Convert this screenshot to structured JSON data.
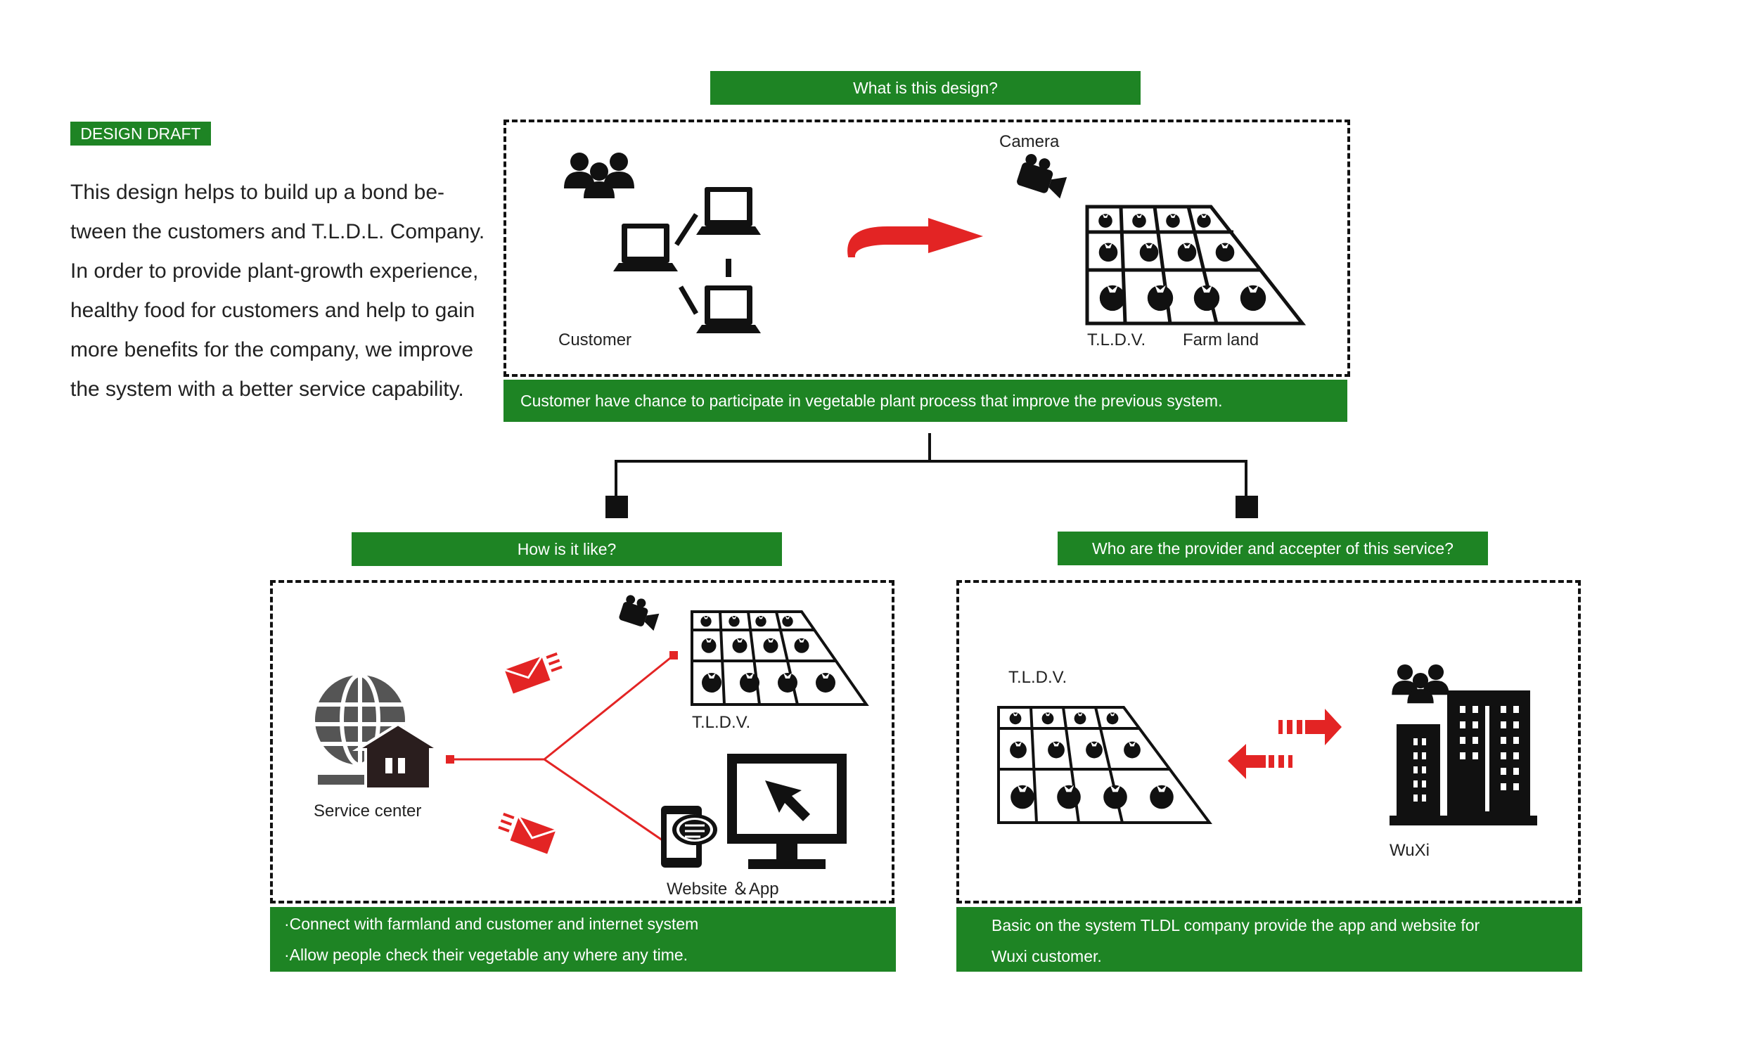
{
  "draft_tag": "DESIGN DRAFT",
  "intro_lines": [
    "This design helps to build up a bond be-",
    "tween the customers and T.L.D.L. Company.",
    "In order to provide plant-growth experience,",
    "healthy food for customers and help to gain",
    "more benefits for the company, we improve",
    "the system with a better service capability."
  ],
  "top": {
    "heading": "What is this design?",
    "customer_label": "Customer",
    "camera_label": "Camera",
    "tldv_label": "T.L.D.V.",
    "farm_label": "Farm land",
    "caption": "Customer have chance to participate in vegetable plant process that improve the previous system."
  },
  "left": {
    "heading": "How is it like?",
    "service_label": "Service center",
    "tldv_label": "T.L.D.V.",
    "web_label": "Website ＆App",
    "caption_1": "·Connect with farmland and customer and internet system",
    "caption_2": "·Allow people check their vegetable any where any time."
  },
  "right": {
    "heading": "Who are the provider and accepter of this service?",
    "tldv_label": "T.L.D.V.",
    "city_label": "WuXi",
    "caption_1": "Basic on the system TLDL company provide the app and website for",
    "caption_2": "Wuxi customer."
  },
  "colors": {
    "green": "#1e8424",
    "red": "#e32424",
    "black": "#111111"
  },
  "icons": [
    "people-icon",
    "laptop-icon",
    "camera-icon",
    "farm-field-icon",
    "red-arrow-icon",
    "globe-house-icon",
    "envelope-icon",
    "phone-chat-icon",
    "monitor-cursor-icon",
    "building-icon",
    "double-arrow-icon"
  ]
}
